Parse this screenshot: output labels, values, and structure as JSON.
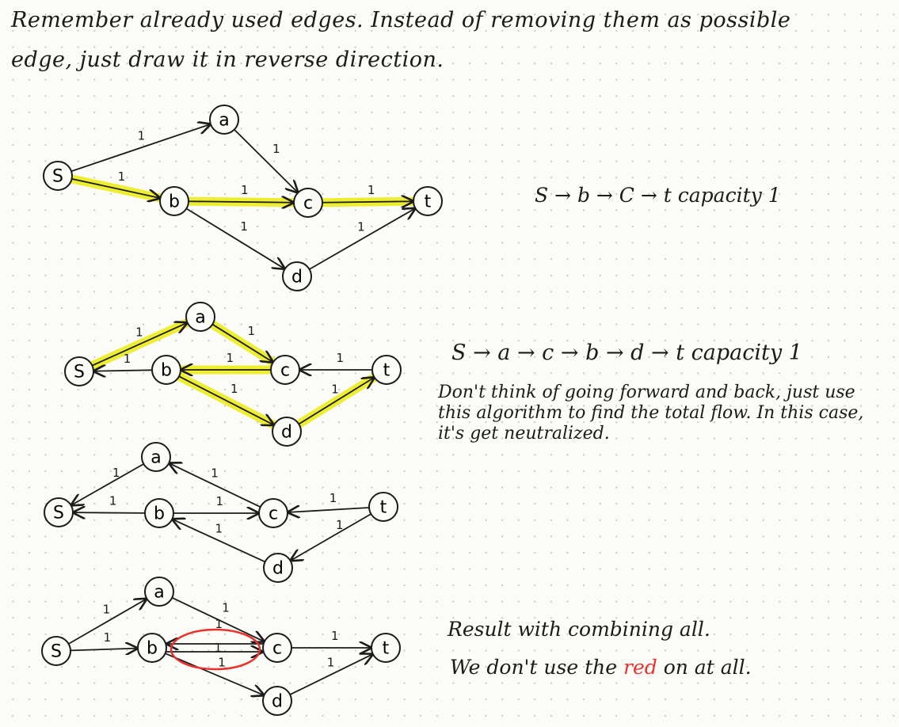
{
  "header": {
    "line1": "Remember already used edges. Instead of removing them as possible",
    "line2": "edge, just draw it in reverse direction."
  },
  "graph1": {
    "path_note": "S → b → C → t  capacity 1",
    "nodes": [
      {
        "id": "S",
        "label": "S"
      },
      {
        "id": "a",
        "label": "a"
      },
      {
        "id": "b",
        "label": "b"
      },
      {
        "id": "c",
        "label": "c"
      },
      {
        "id": "d",
        "label": "d"
      },
      {
        "id": "t",
        "label": "t"
      }
    ],
    "edges": [
      {
        "from": "S",
        "to": "a",
        "cap": "1"
      },
      {
        "from": "a",
        "to": "c",
        "cap": "1"
      },
      {
        "from": "S",
        "to": "b",
        "cap": "1",
        "highlight": true
      },
      {
        "from": "b",
        "to": "c",
        "cap": "1",
        "highlight": true
      },
      {
        "from": "c",
        "to": "t",
        "cap": "1",
        "highlight": true
      },
      {
        "from": "b",
        "to": "d",
        "cap": "1"
      },
      {
        "from": "d",
        "to": "t",
        "cap": "1"
      }
    ]
  },
  "graph2": {
    "path_note": "S → a → c → b → d → t  capacity 1",
    "explanation": "Don't think of going forward and back, just use this algorithm to find the total flow. In this case, it's get neutralized.",
    "nodes": [
      {
        "id": "S",
        "label": "S"
      },
      {
        "id": "a",
        "label": "a"
      },
      {
        "id": "b",
        "label": "b"
      },
      {
        "id": "c",
        "label": "c"
      },
      {
        "id": "d",
        "label": "d"
      },
      {
        "id": "t",
        "label": "t"
      }
    ],
    "edges": [
      {
        "from": "S",
        "to": "a",
        "cap": "1",
        "highlight": true
      },
      {
        "from": "a",
        "to": "c",
        "cap": "1",
        "highlight": true
      },
      {
        "from": "b",
        "to": "S",
        "cap": "1"
      },
      {
        "from": "c",
        "to": "b",
        "cap": "1",
        "highlight": true
      },
      {
        "from": "t",
        "to": "c",
        "cap": "1"
      },
      {
        "from": "b",
        "to": "d",
        "cap": "1",
        "highlight": true
      },
      {
        "from": "d",
        "to": "t",
        "cap": "1",
        "highlight": true
      }
    ]
  },
  "graph3": {
    "nodes": [
      {
        "id": "S",
        "label": "S"
      },
      {
        "id": "a",
        "label": "a"
      },
      {
        "id": "b",
        "label": "b"
      },
      {
        "id": "c",
        "label": "c"
      },
      {
        "id": "d",
        "label": "d"
      },
      {
        "id": "t",
        "label": "t"
      }
    ],
    "edges": [
      {
        "from": "a",
        "to": "S",
        "cap": "1"
      },
      {
        "from": "c",
        "to": "a",
        "cap": "1"
      },
      {
        "from": "b",
        "to": "S",
        "cap": "1"
      },
      {
        "from": "b",
        "to": "c",
        "cap": "1"
      },
      {
        "from": "t",
        "to": "c",
        "cap": "1"
      },
      {
        "from": "d",
        "to": "b",
        "cap": "1"
      },
      {
        "from": "t",
        "to": "d",
        "cap": "1"
      }
    ]
  },
  "graph4": {
    "result_note": "Result with combining all.",
    "red_note_pre": "We don't use the",
    "red_word": "red",
    "red_note_post": "on at all.",
    "red_color": "#e8322d",
    "nodes": [
      {
        "id": "S",
        "label": "S"
      },
      {
        "id": "a",
        "label": "a"
      },
      {
        "id": "b",
        "label": "b"
      },
      {
        "id": "c",
        "label": "c"
      },
      {
        "id": "d",
        "label": "d"
      },
      {
        "id": "t",
        "label": "t"
      }
    ],
    "edges": [
      {
        "from": "S",
        "to": "a",
        "cap": "1"
      },
      {
        "from": "a",
        "to": "c",
        "cap": "1"
      },
      {
        "from": "S",
        "to": "b",
        "cap": "1"
      },
      {
        "from": "b",
        "to": "c",
        "cap": "1"
      },
      {
        "from": "c",
        "to": "b",
        "cap": "1"
      },
      {
        "from": "c",
        "to": "t",
        "cap": "1"
      },
      {
        "from": "b",
        "to": "d",
        "cap": "1"
      },
      {
        "from": "d",
        "to": "t",
        "cap": "1"
      }
    ]
  }
}
